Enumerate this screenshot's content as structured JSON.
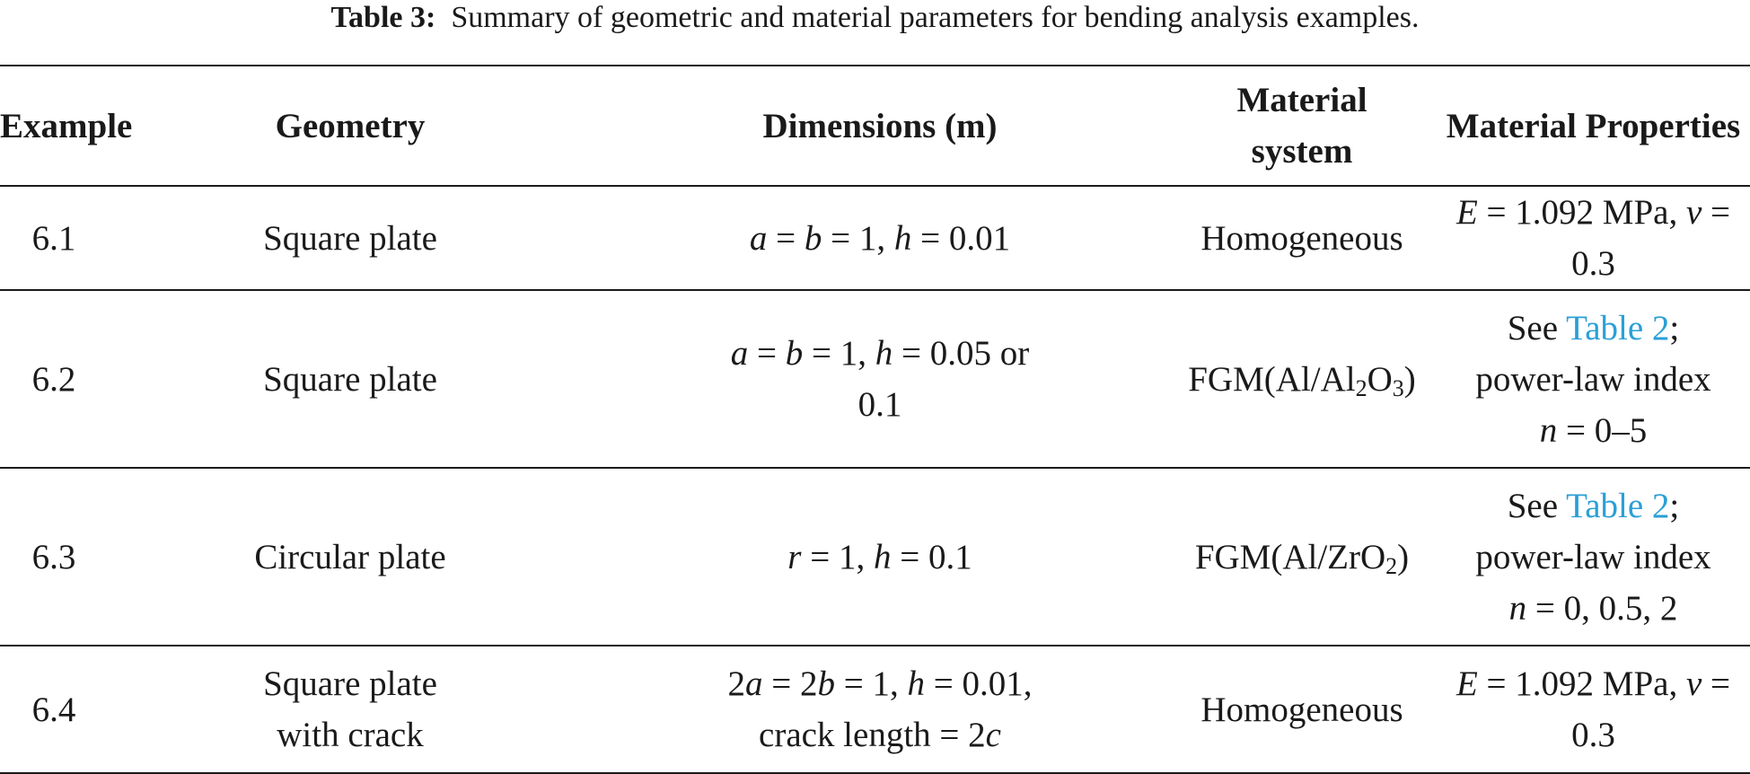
{
  "caption": {
    "label": "Table 3:",
    "text": "Summary of geometric and material parameters for bending analysis examples."
  },
  "headers": {
    "example": "Example",
    "geometry": "Geometry",
    "dimensions": "Dimensions (m)",
    "material_system_line1": "Material",
    "material_system_line2": "system",
    "properties": "Material Properties"
  },
  "rows": [
    {
      "example": "6.1",
      "geometry": "Square plate",
      "dimensions": {
        "a": "a",
        "eq1": " = ",
        "b": "b",
        "eq2": " = 1, ",
        "h": "h",
        "rest": " = 0.01"
      },
      "material": "Homogeneous",
      "properties": {
        "E": "E",
        "e_rest": " = 1.092 MPa, ",
        "nu": "ν",
        "nu_rest": " = 0.3"
      }
    },
    {
      "example": "6.2",
      "geometry": "Square plate",
      "dimensions": {
        "a": "a",
        "eq1": " = ",
        "b": "b",
        "eq2": " = 1, ",
        "h": "h",
        "rest": " = 0.05 or",
        "line2": "0.1"
      },
      "material": {
        "prefix": "FGM(Al/Al",
        "sub1": "2",
        "mid": "O",
        "sub2": "3",
        "suffix": ")"
      },
      "properties": {
        "see": "See ",
        "link": "Table 2",
        "semi": ";",
        "line2": "power-law index",
        "n": "n",
        "n_rest": " = 0–5"
      }
    },
    {
      "example": "6.3",
      "geometry": "Circular plate",
      "dimensions": {
        "r": "r",
        "eq1": " = 1, ",
        "h": "h",
        "rest": " = 0.1"
      },
      "material": {
        "prefix": "FGM(Al/ZrO",
        "sub1": "2",
        "suffix": ")"
      },
      "properties": {
        "see": "See ",
        "link": "Table 2",
        "semi": ";",
        "line2": "power-law index",
        "n": "n",
        "n_rest": " = 0, 0.5, 2"
      }
    },
    {
      "example": "6.4",
      "geometry_line1": "Square plate",
      "geometry_line2": "with crack",
      "dimensions": {
        "pre_a": "2",
        "a": "a",
        "eq1": " = 2",
        "b": "b",
        "eq2": " = 1, ",
        "h": "h",
        "rest": " = 0.01,",
        "line2_text": "crack length = 2",
        "c": "c"
      },
      "material": "Homogeneous",
      "properties": {
        "E": "E",
        "e_rest": " = 1.092 MPa, ",
        "nu": "ν",
        "nu_rest": " = 0.3"
      }
    }
  ]
}
